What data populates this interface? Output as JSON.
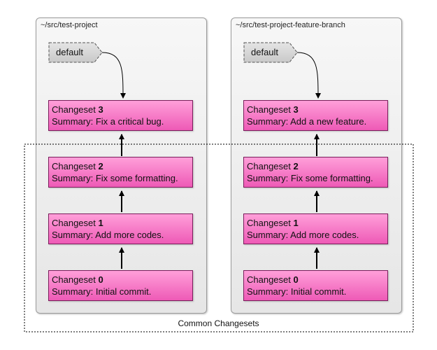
{
  "repos": [
    {
      "title": "~/src/test-project",
      "tag": "default",
      "changesets": [
        {
          "word": "Changeset",
          "number": "3",
          "summary": "Summary: Fix a critical bug."
        },
        {
          "word": "Changeset",
          "number": "2",
          "summary": "Summary: Fix some formatting."
        },
        {
          "word": "Changeset",
          "number": "1",
          "summary": "Summary: Add more codes."
        },
        {
          "word": "Changeset",
          "number": "0",
          "summary": "Summary: Initial commit."
        }
      ]
    },
    {
      "title": "~/src/test-project-feature-branch",
      "tag": "default",
      "changesets": [
        {
          "word": "Changeset",
          "number": "3",
          "summary": "Summary: Add a new feature."
        },
        {
          "word": "Changeset",
          "number": "2",
          "summary": "Summary: Fix some formatting."
        },
        {
          "word": "Changeset",
          "number": "1",
          "summary": "Summary: Add more codes."
        },
        {
          "word": "Changeset",
          "number": "0",
          "summary": "Summary: Initial commit."
        }
      ]
    }
  ],
  "common_label": "Common Changesets"
}
